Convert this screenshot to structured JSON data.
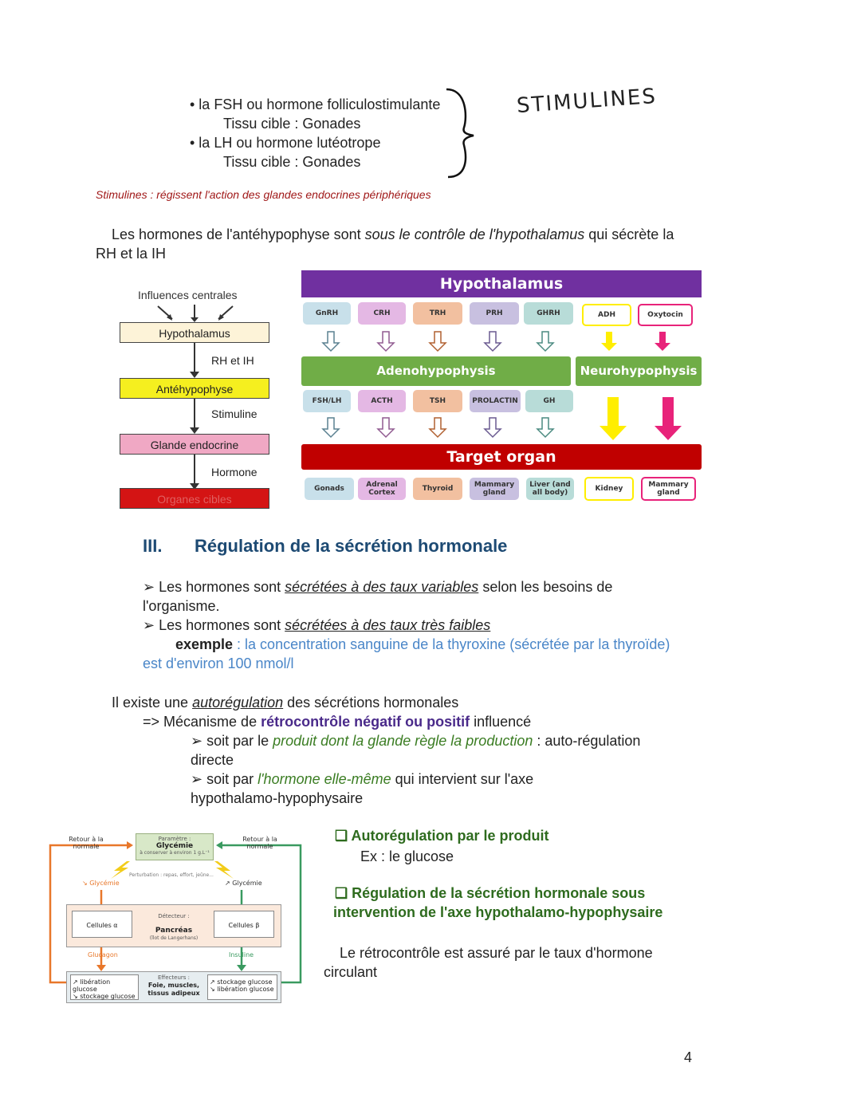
{
  "list": {
    "item1": "• la FSH ou hormone folliculostimulante",
    "item1_target": "Tissu cible : Gonades",
    "item2": "• la LH ou hormone lutéotrope",
    "item2_target": "Tissu cible : Gonades",
    "handwritten": "STIMULINES"
  },
  "note": "Stimulines : régissent l'action des glandes endocrines périphériques",
  "para1": {
    "a": "Les hormones de l'antéhypophyse sont ",
    "b": "sous le contrôle de l'hypothalamus",
    "c": " qui sécrète la",
    "d": "RH et la IH"
  },
  "flow": {
    "influences": "Influences centrales",
    "hypothalamus": "Hypothalamus",
    "rh_ih": "RH et IH",
    "antehypophyse": "Antéhypophyse",
    "stimuline": "Stimuline",
    "glande": "Glande endocrine",
    "hormone": "Hormone",
    "organes": "Organes cibles"
  },
  "chart": {
    "top": "Hypothalamus",
    "releasing": [
      "GnRH",
      "CRH",
      "TRH",
      "PRH",
      "GHRH"
    ],
    "neuro_hormones": [
      "ADH",
      "Oxytocin"
    ],
    "adeno": "Adenohypophysis",
    "neuro": "Neurohypophysis",
    "pituitary": [
      "FSH/LH",
      "ACTH",
      "TSH",
      "PROLACTIN",
      "GH"
    ],
    "target": "Target organ",
    "organs": [
      "Gonads",
      "Adrenal Cortex",
      "Thyroid",
      "Mammary gland",
      "Liver (and all body)"
    ],
    "neuro_organs": [
      "Kidney",
      "Mammary gland"
    ],
    "colors": {
      "purple": "#7030a0",
      "green": "#70ad47",
      "red": "#c00000",
      "pill_blue": "#c8e0ea",
      "pill_pink": "#e4b8e4",
      "pill_orange": "#f2c0a0",
      "pill_lav": "#c8c0e0",
      "pill_teal": "#b8dcd8",
      "yellow": "#ffee00",
      "magenta": "#e8237a"
    }
  },
  "section3": {
    "num": "III.",
    "title": "Régulation de la sécrétion hormonale",
    "b1_a": "➢ Les hormones sont ",
    "b1_b": "sécrétées à des taux variables",
    "b1_c": " selon les besoins de",
    "b1_d": "l'organisme.",
    "b2_a": "➢ Les hormones sont ",
    "b2_b": "sécrétées à des taux très faibles",
    "ex_label": "exemple",
    "ex_text": " : la concentration sanguine de la thyroxine (sécrétée par la thyroïde)",
    "ex_text2": "est d'environ 100 nmol/l"
  },
  "auto": {
    "l1_a": "Il existe une ",
    "l1_b": "autorégulation",
    "l1_c": " des sécrétions hormonales",
    "l2_a": "=> Mécanisme de ",
    "l2_b": "rétrocontrôle négatif ou positif",
    "l2_c": " influencé",
    "l3_a": "➢ soit par le ",
    "l3_b": "produit dont la glande règle la production",
    "l3_c": " : auto-régulation",
    "l3_d": "directe",
    "l4_a": "➢ soit par ",
    "l4_b": "l'hormone elle-même",
    "l4_c": " qui intervient sur l'axe",
    "l4_d": "hypothalamo-hypophysaire"
  },
  "gly": {
    "retour_l": "Retour à la normale",
    "retour_r": "Retour à la normale",
    "param_label": "Paramètre :",
    "param": "Glycémie",
    "param_sub": "à conserver à environ 1 g.L⁻¹",
    "perturb": "Perturbation : repas, effort, jeûne...",
    "gly_down": "↘ Glycémie",
    "gly_up": "↗ Glycémie",
    "cell_a": "Cellules α",
    "cell_b": "Cellules β",
    "detect_label": "Détecteur :",
    "detect": "Pancréas",
    "detect_sub": "(îlot de Langerhans)",
    "glucagon": "Glucagon",
    "insuline": "Insuline",
    "eff_label": "Effecteurs :",
    "eff": "Foie, muscles, tissus adipeux",
    "left_eff1": "↗ libération glucose",
    "left_eff2": "↘ stockage glucose",
    "right_eff1": "↗ stockage glucose",
    "right_eff2": "↘ libération glucose"
  },
  "right": {
    "h1": "❑ Autorégulation par le produit",
    "h1_ex": "Ex : le glucose",
    "h2a": "❑ Régulation de la sécrétion hormonale sous",
    "h2b": "intervention de l'axe hypothalamo-hypophysaire",
    "p1": "Le rétrocontrôle est assuré par le taux d'hormone",
    "p2": "circulant"
  },
  "page_number": "4"
}
